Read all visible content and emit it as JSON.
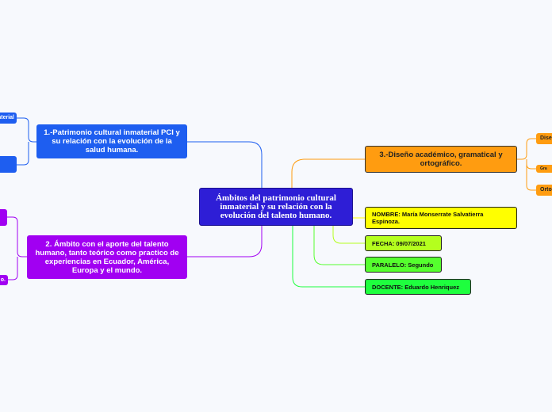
{
  "central": {
    "text": "Ámbitos del patrimonio cultural inmaterial y su relación con la evolución del talento humano."
  },
  "branches": {
    "patrimonio": {
      "text": "1.-Patrimonio cultural inmaterial PCI y su relación con la evolución de la salud humana.",
      "color": "#1e5ef0",
      "children": [
        "aterial",
        ""
      ]
    },
    "ambito": {
      "text": "2. Ámbito con el aporte del talento humano, tanto teórico como practico de experiencias en Ecuador, América, Europa y el mundo.",
      "color": "#a100f2",
      "children": [
        "",
        "o."
      ]
    },
    "diseno": {
      "text": "3.-Diseño académico, gramatical y ortográfico.",
      "color": "#ff9c10",
      "children": [
        "Dise",
        "Gra",
        "Orto"
      ]
    },
    "nombre": {
      "text": "NOMBRE: María Monserrate Salvatierra Espinoza.",
      "color": "#ffff00"
    },
    "fecha": {
      "text": "FECHA: 09/07/2021",
      "color": "#b4ff1e"
    },
    "paralelo": {
      "text": "PARALELO: Segundo",
      "color": "#55ff2e"
    },
    "docente": {
      "text": "DOCENTE: Eduardo Henriquez",
      "color": "#1eff3e"
    }
  },
  "colors": {
    "central": "#2e1ed6",
    "background": "#f7f9fd"
  }
}
